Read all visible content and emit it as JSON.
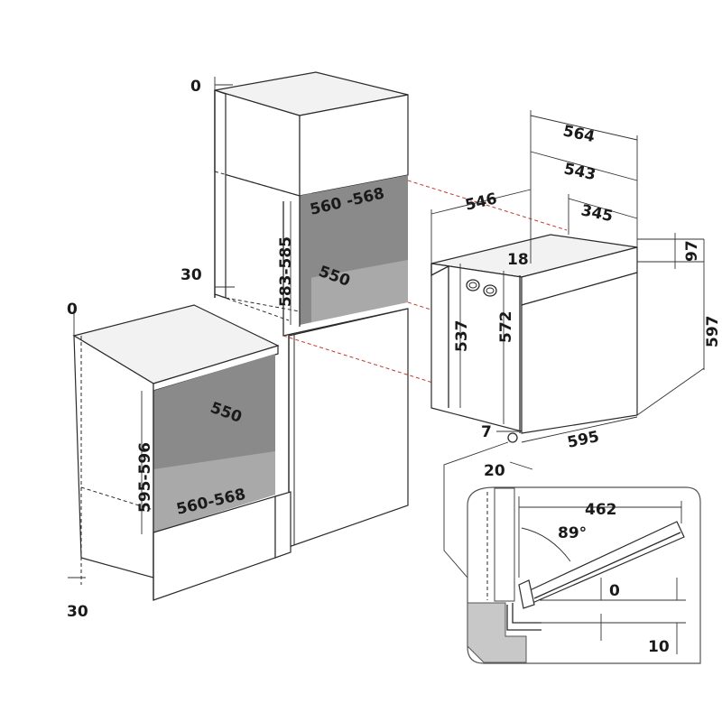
{
  "tall_unit": {
    "top_clearance": "0",
    "niche_width": "560 -568",
    "niche_height": "583-585",
    "niche_depth": "550",
    "side_offset": "30"
  },
  "base_unit": {
    "top_clearance": "0",
    "niche_height": "595-596",
    "niche_depth": "550",
    "niche_width": "560-568",
    "bottom_offset": "30"
  },
  "oven": {
    "depth_total": "564",
    "depth_body": "543",
    "depth_side": "546",
    "depth_rear": "345",
    "panel_height": "97",
    "top_offset": "18",
    "body_height_a": "537",
    "body_height_b": "572",
    "front_height": "597",
    "front_width": "595",
    "bottom_gap": "7",
    "door_thickness": "20"
  },
  "door_detail": {
    "door_length": "462",
    "opening_angle": "89°",
    "gap_top": "0",
    "gap_bottom": "10"
  },
  "colors": {
    "cavity": "#8a8a8a",
    "guide_lines": "#c0392b"
  }
}
